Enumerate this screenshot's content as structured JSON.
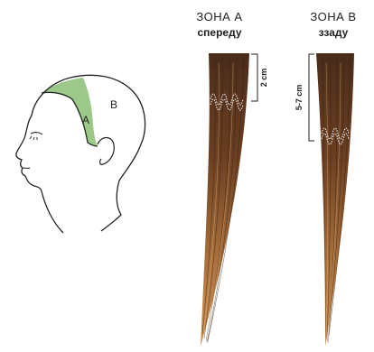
{
  "zone_a": {
    "name": "ЗОНА А",
    "position": "спереду",
    "measure": "2 cm"
  },
  "zone_b": {
    "name": "ЗОНА В",
    "position": "ззаду",
    "measure": "5-7 cm"
  },
  "head": {
    "label_a": "A",
    "label_b": "B"
  },
  "colors": {
    "zone_highlight": "#9cc98a",
    "hair_root": "#4a2c1a",
    "hair_mid": "#7a4a26",
    "hair_tip": "#c8894a",
    "outline": "#222222",
    "weave": "#ffffff"
  }
}
